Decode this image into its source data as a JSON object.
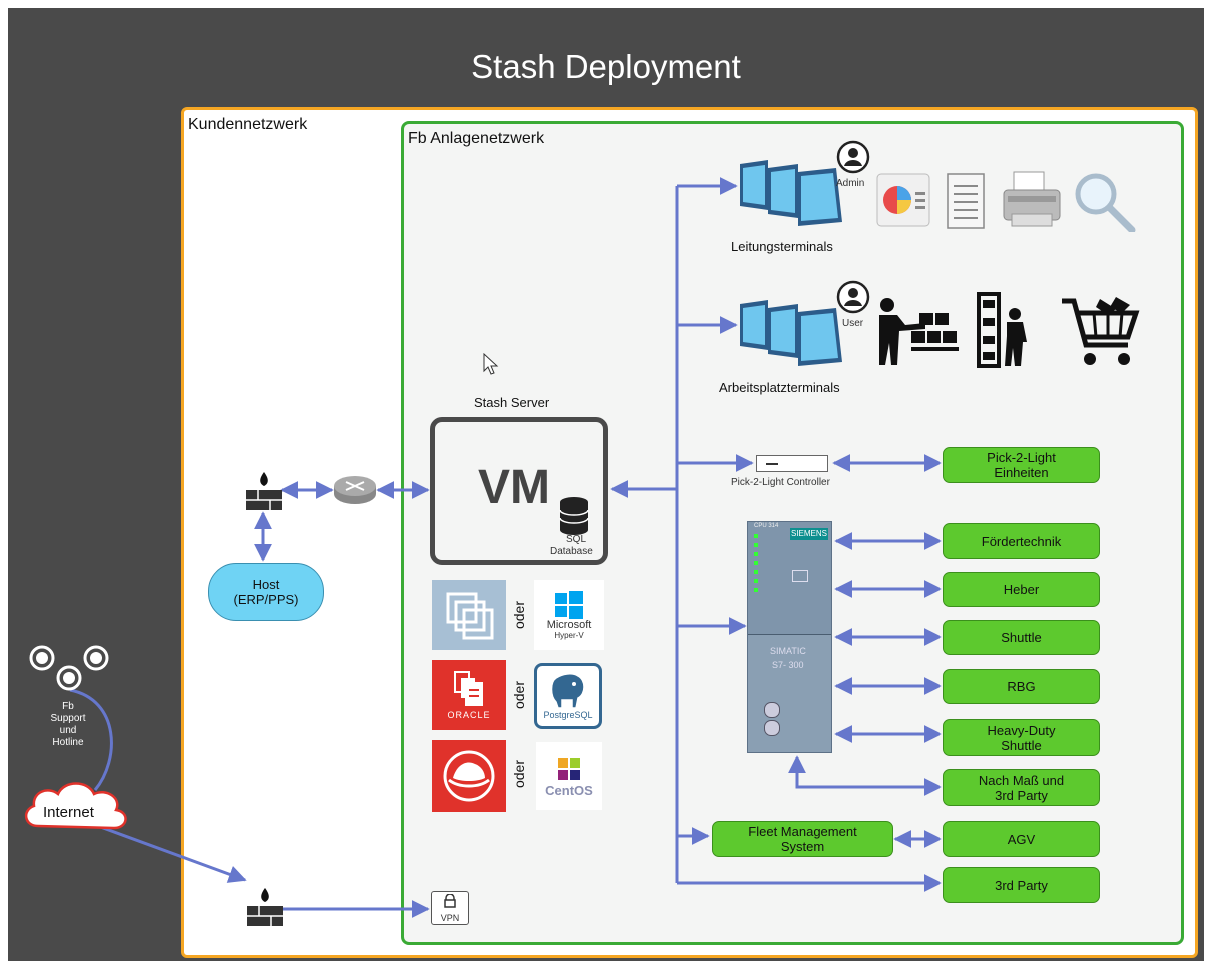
{
  "title": "Stash Deployment",
  "zones": {
    "customer_network": "Kundennetzwerk",
    "plant_network": "Fb Anlagenetzwerk"
  },
  "terminals": {
    "admin_label": "Admin",
    "user_label": "User",
    "management": "Leitungsterminals",
    "workplace": "Arbeitsplatzterminals"
  },
  "server": {
    "label": "Stash Server",
    "vm": "VM",
    "db_line1": "SQL",
    "db_line2": "Database"
  },
  "host": {
    "line1": "Host",
    "line2": "(ERP/PPS)"
  },
  "alternatives": {
    "oder": "oder",
    "microsoft": "Microsoft",
    "hyperv": "Hyper-V",
    "oracle": "ORACLE",
    "postgres": "PostgreSQL",
    "centos": "CentOS"
  },
  "controller": {
    "label": "Pick-2-Light Controller"
  },
  "plc": {
    "brand": "SIEMENS",
    "model_line1": "SIMATIC",
    "model_line2": "S7- 300",
    "cpu": "CPU 314"
  },
  "targets": {
    "pick2light": {
      "line1": "Pick-2-Light",
      "line2": "Einheiten"
    },
    "foerdertechnik": "Fördertechnik",
    "heber": "Heber",
    "shuttle": "Shuttle",
    "rbg": "RBG",
    "heavy_duty": {
      "line1": "Heavy-Duty",
      "line2": "Shuttle"
    },
    "custom": {
      "line1": "Nach Maß und",
      "line2": "3rd Party"
    },
    "agv": "AGV",
    "third_party": "3rd Party",
    "fleet": {
      "line1": "Fleet Management",
      "line2": "System"
    }
  },
  "support": {
    "line1": "Fb",
    "line2": "Support",
    "line3": "und",
    "line4": "Hotline"
  },
  "internet": "Internet",
  "vpn": "VPN",
  "colors": {
    "background": "#4a4a4a",
    "customer_border": "#f5a623",
    "plant_border": "#3aaa35",
    "green_box": "#5dc92e",
    "arrow": "#6677cc",
    "host": "#6fd3f4"
  }
}
